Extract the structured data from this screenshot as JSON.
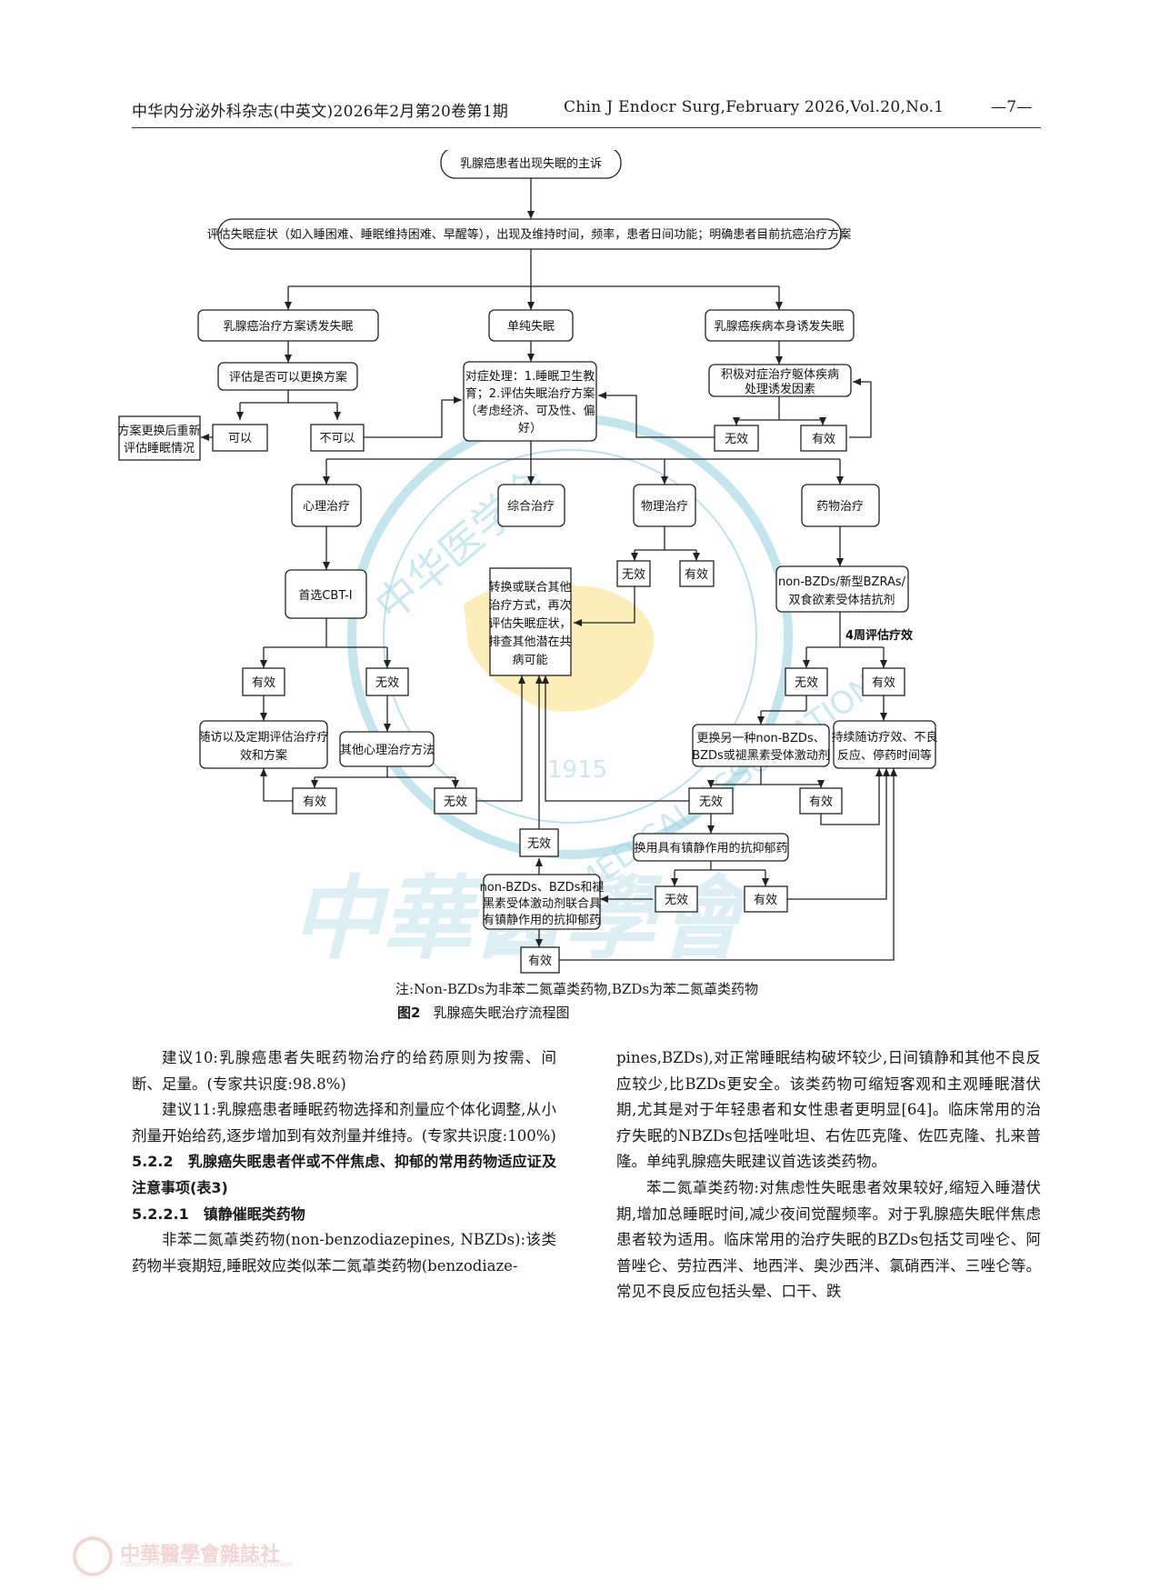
{
  "header": {
    "journal_cn": "中华内分泌外科杂志(中英文)2026年2月第20卷第1期",
    "journal_en": "Chin J Endocr Surg,February 2026,Vol.20,No.1",
    "page_number": "—7—"
  },
  "flowchart": {
    "start": "乳腺癌患者出现失眠的主诉",
    "assess": "评估失眠症状（如入睡困难、睡眠维持困难、早醒等），出现及维持时间，频率，患者日间功能；明确患者目前抗癌治疗方案",
    "cause_treatment": "乳腺癌治疗方案诱发失眠",
    "cause_simple": "单纯失眠",
    "cause_disease": "乳腺癌疾病本身诱发失眠",
    "eval_change": "评估是否可以更换方案",
    "can": "可以",
    "cannot": "不可以",
    "after_change": [
      "方案更换后重新",
      "评估睡眠情况"
    ],
    "symptomatic": [
      "对症处理：1.睡眠卫生教",
      "育；2.评估失眠治疗方案",
      "（考虑经济、可及性、偏",
      "好）"
    ],
    "active_treat": [
      "积极对症治疗躯体疾病",
      "处理诱发因素"
    ],
    "invalid": "无效",
    "valid": "有效",
    "psych": "心理治疗",
    "combined": "综合治疗",
    "physical": "物理治疗",
    "drug": "药物治疗",
    "cbti": "首选CBT-I",
    "switch": [
      "转换或联合其他",
      "治疗方式，再次",
      "评估失眠症状，",
      "排查其他潜在共",
      "病可能"
    ],
    "drug_first": [
      "non-BZDs/新型BZRAs/",
      "双食欲素受体拮抗剂"
    ],
    "four_week": "4周评估疗效",
    "follow_regular": [
      "随访以及定期评估治疗疗",
      "效和方案"
    ],
    "other_psych": "其他心理治疗方法",
    "change_drug": [
      "更换另一种non-BZDs、",
      "BZDs或褪黑素受体激动剂"
    ],
    "continue_follow": [
      "持续随访疗效、不良",
      "反应、停药时间等"
    ],
    "antidep": "换用具有镇静作用的抗抑郁药",
    "combo_drug": [
      "non-BZDs、BZDs和褪",
      "黑素受体激动剂联合具",
      "有镇静作用的抗抑郁药"
    ]
  },
  "watermark": {
    "seal_cn": "中华医学会",
    "seal_year": "1915",
    "seal_en": "MEDICAL ASSOCIATION",
    "brush": "中華醫學會"
  },
  "figure": {
    "note": "注:Non-BZDs为非苯二氮䓬类药物,BZDs为苯二氮䓬类药物",
    "label": "图2",
    "caption": "乳腺癌失眠治疗流程图"
  },
  "left_column": {
    "rec10": "建议10:乳腺癌患者失眠药物治疗的给药原则为按需、间断、足量。(专家共识度:98.8%)",
    "rec11": "建议11:乳腺癌患者睡眠药物选择和剂量应个体化调整,从小剂量开始给药,逐步增加到有效剂量并维持。(专家共识度:100%)",
    "sec_num": "5.2.2",
    "sec_title": "乳腺癌失眠患者伴或不伴焦虑、抑郁的常用药物适应证及注意事项(表3)",
    "subsec_num": "5.2.2.1",
    "subsec_title": "镇静催眠类药物",
    "para": "非苯二氮䓬类药物(non-benzodiazepines, NBZDs):该类药物半衰期短,睡眠效应类似苯二氮䓬类药物(benzodiaze-"
  },
  "right_column": {
    "para1": "pines,BZDs),对正常睡眠结构破坏较少,日间镇静和其他不良反应较少,比BZDs更安全。该类药物可缩短客观和主观睡眠潜伏期,尤其是对于年轻患者和女性患者更明显[64]。临床常用的治疗失眠的NBZDs包括唑吡坦、右佐匹克隆、佐匹克隆、扎来普隆。单纯乳腺癌失眠建议首选该类药物。",
    "para2": "苯二氮䓬类药物:对焦虑性失眠患者效果较好,缩短入睡潜伏期,增加总睡眠时间,减少夜间觉醒频率。对于乳腺癌失眠伴焦虑患者较为适用。临床常用的治疗失眠的BZDs包括艾司唑仑、阿普唑仑、劳拉西泮、地西泮、奥沙西泮、氯硝西泮、三唑仑等。常见不良反应包括头晕、口干、跌"
  },
  "footer": {
    "publisher_cn": "中華醫學會雜誌社",
    "publisher_en": "Chinese Medical Association Publishing House"
  }
}
